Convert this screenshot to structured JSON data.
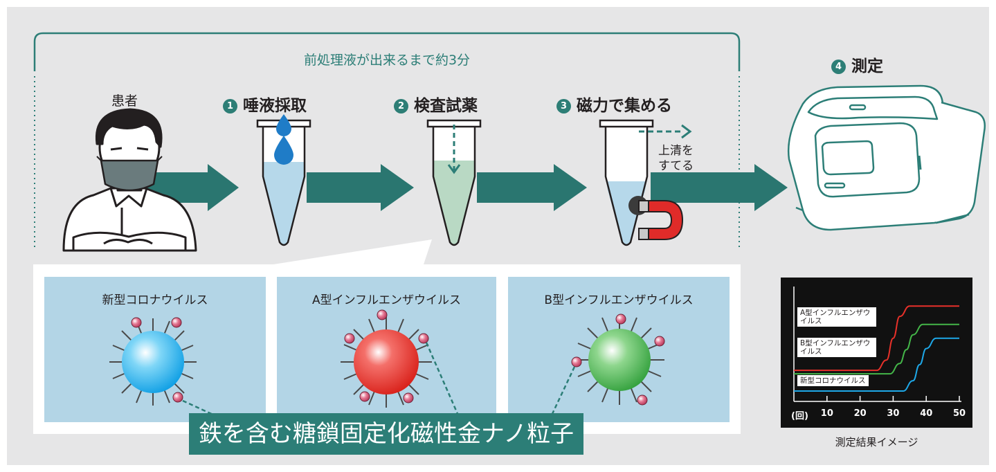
{
  "header": {
    "bracket_label": "前処理液が出来るまで約3分",
    "patient_label": "患者"
  },
  "steps": [
    {
      "num": "1",
      "label": "唾液採取"
    },
    {
      "num": "2",
      "label": "検査試薬"
    },
    {
      "num": "3",
      "label": "磁力で集める"
    },
    {
      "num": "4",
      "label": "測定"
    }
  ],
  "supernatant_label": "上清を\nすてる",
  "viruses": [
    {
      "name": "新型コロナウイルス",
      "color": "#29b6ee"
    },
    {
      "name": "A型インフルエンザウイルス",
      "color": "#e8312a"
    },
    {
      "name": "B型インフルエンザウイルス",
      "color": "#45b649"
    }
  ],
  "nanoparticle_label": "鉄を含む糖鎖固定化磁性金ナノ粒子",
  "result_caption": "測定結果イメージ",
  "colors": {
    "teal": "#2c7e77",
    "panel_blue": "#b3d5e6",
    "liquid_blue": "#b6d8ea",
    "liquid_green": "#b9d9c4"
  },
  "icons": [
    "patient-with-mask-icon",
    "tube-icon",
    "saliva-drop-icon",
    "magnet-icon",
    "analyzer-machine-icon",
    "arrow-icon"
  ],
  "chart_data": {
    "type": "line",
    "x_unit": "(回)",
    "xticks": [
      10,
      20,
      30,
      40,
      50
    ],
    "xlim": [
      0,
      50
    ],
    "ylim": [
      0,
      1
    ],
    "series": [
      {
        "name": "A型インフルエンザウイルス",
        "color": "#e8312a",
        "x": [
          0,
          25,
          28,
          30,
          32,
          35,
          50
        ],
        "y": [
          0.27,
          0.27,
          0.36,
          0.55,
          0.74,
          0.83,
          0.83
        ]
      },
      {
        "name": "B型インフルエンザウイルス",
        "color": "#44b649",
        "x": [
          0,
          29,
          32,
          34,
          36,
          39,
          50
        ],
        "y": [
          0.24,
          0.24,
          0.33,
          0.45,
          0.58,
          0.67,
          0.67
        ]
      },
      {
        "name": "新型コロナウイルス",
        "color": "#1ea8e8",
        "x": [
          0,
          33,
          36,
          38,
          40,
          43,
          50
        ],
        "y": [
          0.09,
          0.09,
          0.18,
          0.32,
          0.46,
          0.55,
          0.55
        ]
      }
    ]
  }
}
